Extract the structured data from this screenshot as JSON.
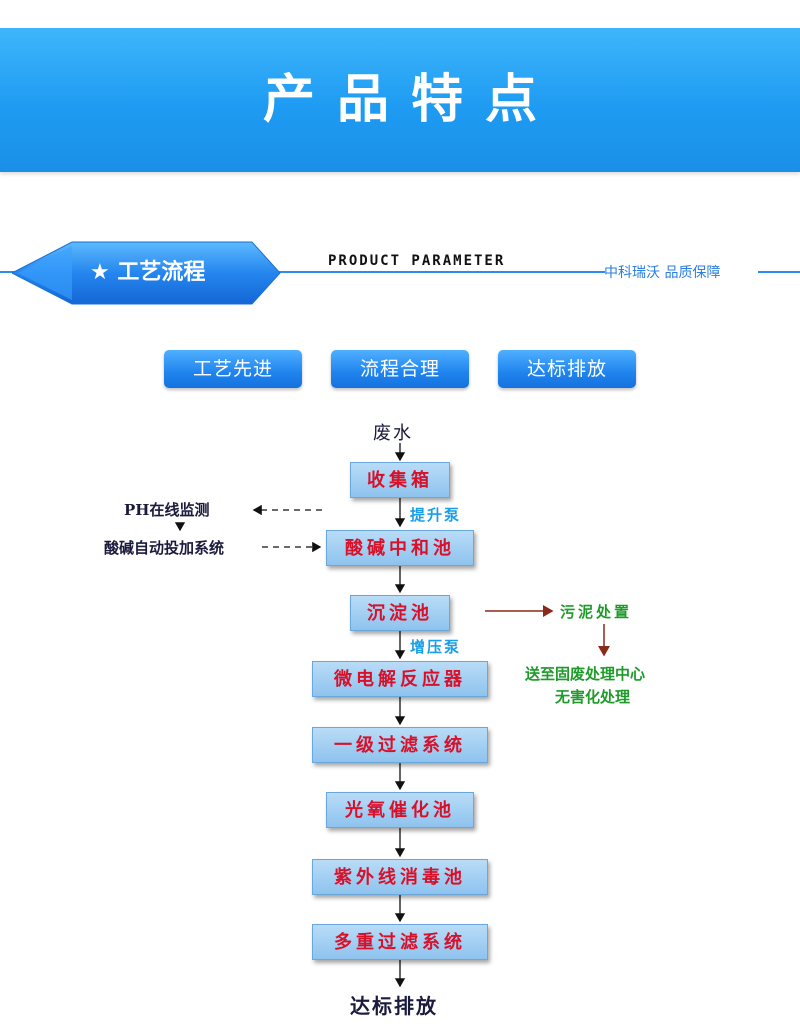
{
  "banner": {
    "title": "产品特点"
  },
  "section": {
    "title": "★ 工艺流程",
    "subtitle": "PRODUCT PARAMETER",
    "tagline": "中科瑞沃  品质保障"
  },
  "features": [
    "工艺先进",
    "流程合理",
    "达标排放"
  ],
  "flow": {
    "input": "废水",
    "steps": [
      "收集箱",
      "酸碱中和池",
      "沉淀池",
      "微电解反应器",
      "一级过滤系统",
      "光氧催化池",
      "紫外线消毒池",
      "多重过滤系统"
    ],
    "output": "达标排放",
    "pump1": "提升泵",
    "pump2": "增压泵",
    "ph_monitor": "PH在线监测",
    "dosing_system": "酸碱自动投加系统",
    "sludge": "污泥处置",
    "sludge_dest_line1": "送至固废处理中心",
    "sludge_dest_line2": "无害化处理"
  }
}
